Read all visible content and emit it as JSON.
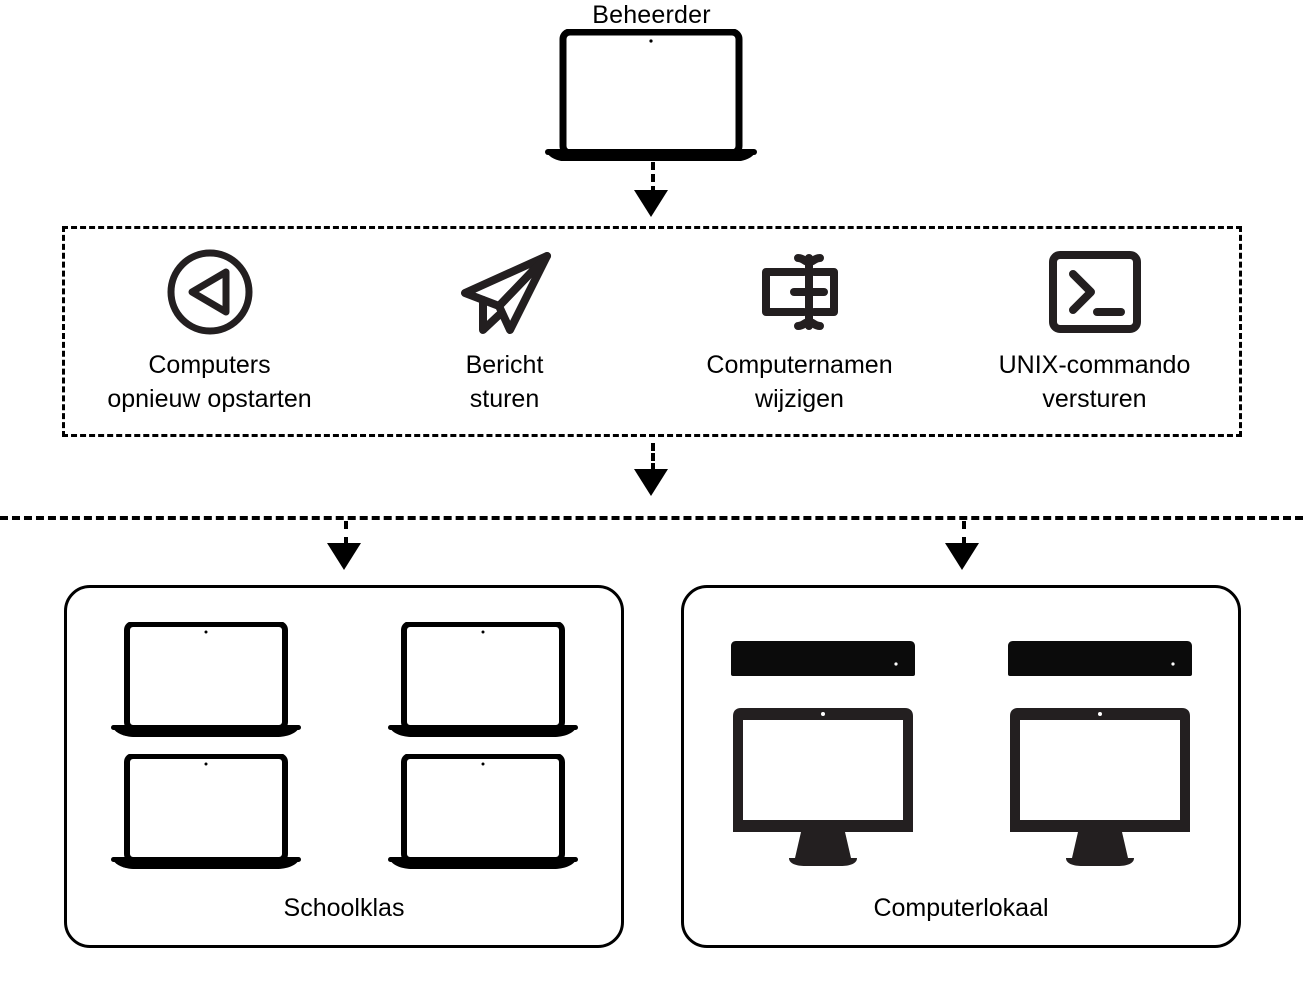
{
  "admin": {
    "label": "Beheerder",
    "device_icon": "laptop-open-icon"
  },
  "actions": {
    "items": [
      {
        "icon": "restart-circle-arrow-icon",
        "label": "Computers\nopnieuw opstarten"
      },
      {
        "icon": "paper-plane-icon",
        "label": "Bericht\nsturen"
      },
      {
        "icon": "rename-textfield-icon",
        "label": "Computernamen\nwijzigen"
      },
      {
        "icon": "terminal-prompt-icon",
        "label": "UNIX-commando\nversturen"
      }
    ]
  },
  "groups": [
    {
      "label": "Schoolklas",
      "devices": [
        "laptop-open-icon",
        "laptop-open-icon",
        "laptop-open-icon",
        "laptop-open-icon"
      ]
    },
    {
      "label": "Computerlokaal",
      "devices": [
        "laptop-closed-icon",
        "laptop-closed-icon",
        "imac-desktop-icon",
        "imac-desktop-icon"
      ]
    }
  ],
  "colors": {
    "stroke": "#000000",
    "device_fill": "#231f20",
    "background": "#ffffff"
  }
}
